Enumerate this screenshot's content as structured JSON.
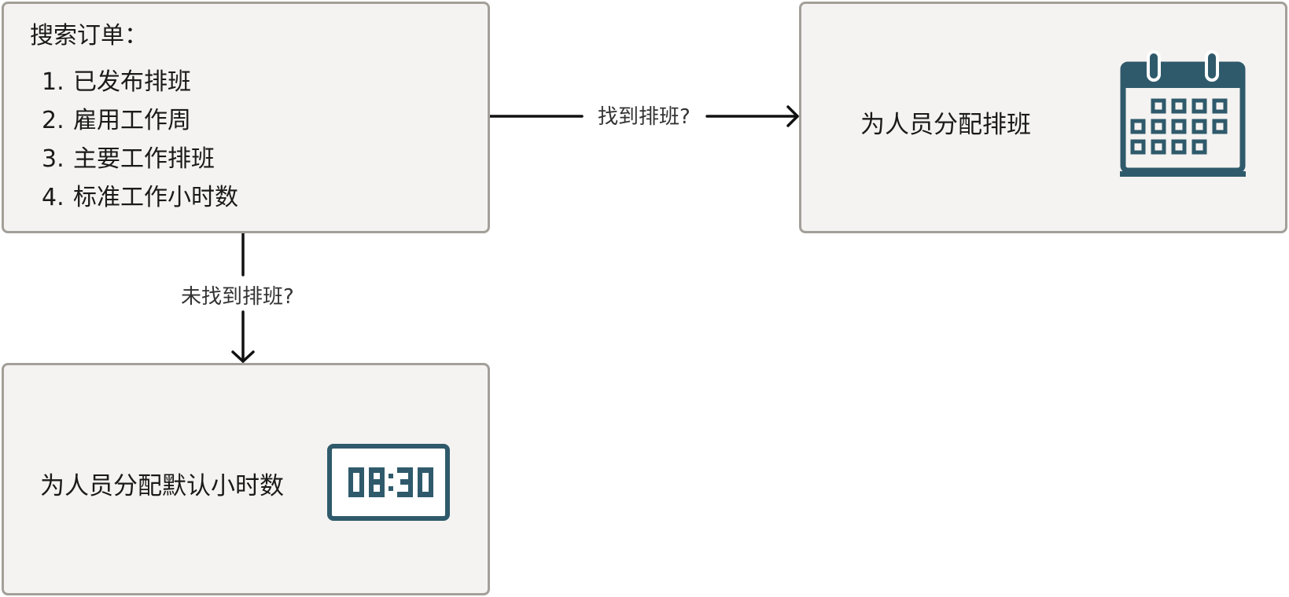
{
  "search_box": {
    "title": "搜索订单：",
    "criteria": [
      {
        "num": "1.",
        "label": "已发布排班"
      },
      {
        "num": "2.",
        "label": "雇用工作周"
      },
      {
        "num": "3.",
        "label": "主要工作排班"
      },
      {
        "num": "4.",
        "label": "标准工作小时数"
      }
    ]
  },
  "edges": {
    "found_label": "找到排班?",
    "not_found_label": "未找到排班?"
  },
  "schedule_box": {
    "text": "为人员分配排班",
    "icon": "calendar-icon"
  },
  "default_box": {
    "text": "为人员分配默认小时数",
    "icon": "digital-clock-icon",
    "clock_display": "08:30"
  },
  "colors": {
    "box_fill": "#f4f3f1",
    "box_border": "#a39f99",
    "icon": "#2f5a6b",
    "arrow": "#111111"
  }
}
